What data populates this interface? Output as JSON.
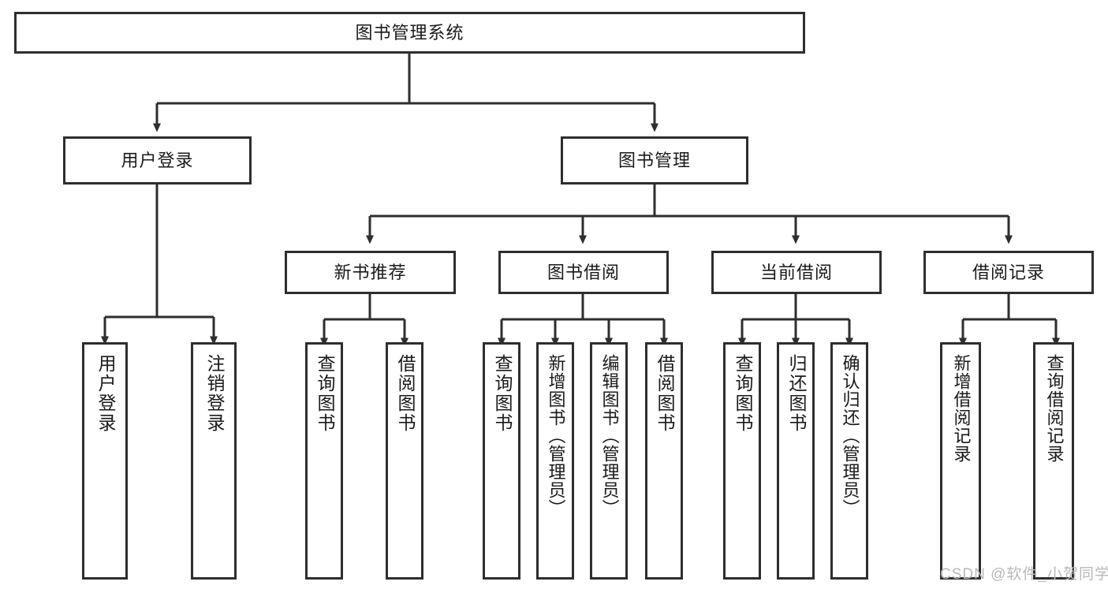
{
  "diagram": {
    "title": "图书管理系统",
    "type": "hierarchy-tree",
    "root": {
      "label": "图书管理系统"
    },
    "level2": [
      {
        "label": "用户登录"
      },
      {
        "label": "图书管理"
      }
    ],
    "level3": [
      {
        "label": "新书推荐"
      },
      {
        "label": "图书借阅"
      },
      {
        "label": "当前借阅"
      },
      {
        "label": "借阅记录"
      }
    ],
    "leaves": {
      "user_login": [
        {
          "label": "用户登录"
        },
        {
          "label": "注销登录"
        }
      ],
      "new_book_recommend": [
        {
          "label": "查询图书"
        },
        {
          "label": "借阅图书"
        }
      ],
      "book_borrow": [
        {
          "label": "查询图书"
        },
        {
          "label": "新增图书（管理员）"
        },
        {
          "label": "编辑图书（管理员）"
        },
        {
          "label": "借阅图书"
        }
      ],
      "current_borrow": [
        {
          "label": "查询图书"
        },
        {
          "label": "归还图书"
        },
        {
          "label": "确认归还（管理员）"
        }
      ],
      "borrow_record": [
        {
          "label": "新增借阅记录"
        },
        {
          "label": "查询借阅记录"
        }
      ]
    },
    "colors": {
      "border": "#2e2e2e",
      "background": "#ffffff",
      "text": "#1a1a1a",
      "watermark": "#b9b9b9"
    }
  },
  "watermark": {
    "text": "CSDN @软件_小贺同学"
  }
}
